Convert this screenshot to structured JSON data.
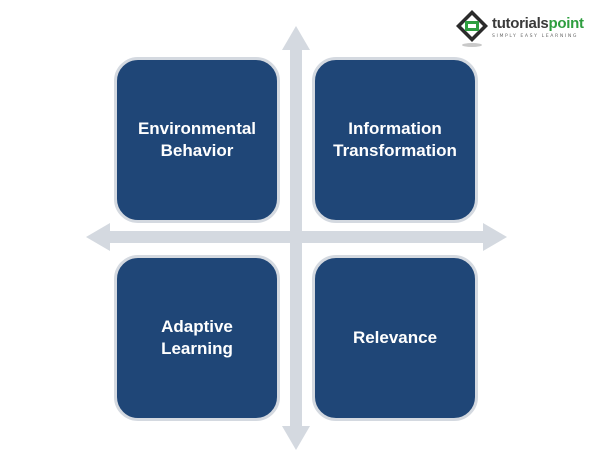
{
  "logo": {
    "brand_part1": "tutorials",
    "brand_part2": "point",
    "tagline": "SIMPLY EASY LEARNING"
  },
  "quadrants": {
    "top_left": "Environmental\nBehavior",
    "top_right": "Information\nTransformation",
    "bottom_left": "Adaptive\nLearning",
    "bottom_right": "Relevance"
  },
  "colors": {
    "box_fill": "#1f4677",
    "box_border": "#d4d9e0",
    "axis": "#d4d9e0",
    "label_text": "#ffffff"
  }
}
